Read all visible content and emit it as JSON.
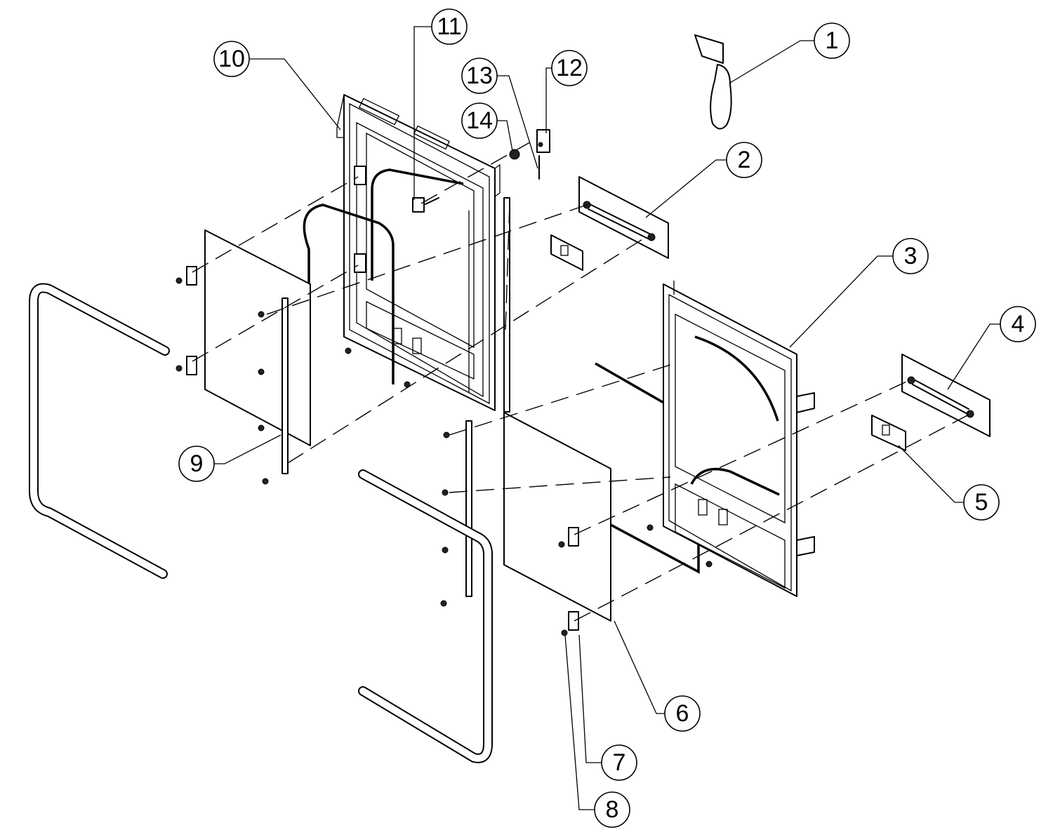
{
  "diagram": {
    "type": "exploded-parts-diagram",
    "callouts": [
      "1",
      "2",
      "3",
      "4",
      "5",
      "6",
      "7",
      "8",
      "9",
      "10",
      "11",
      "12",
      "13",
      "14"
    ]
  }
}
